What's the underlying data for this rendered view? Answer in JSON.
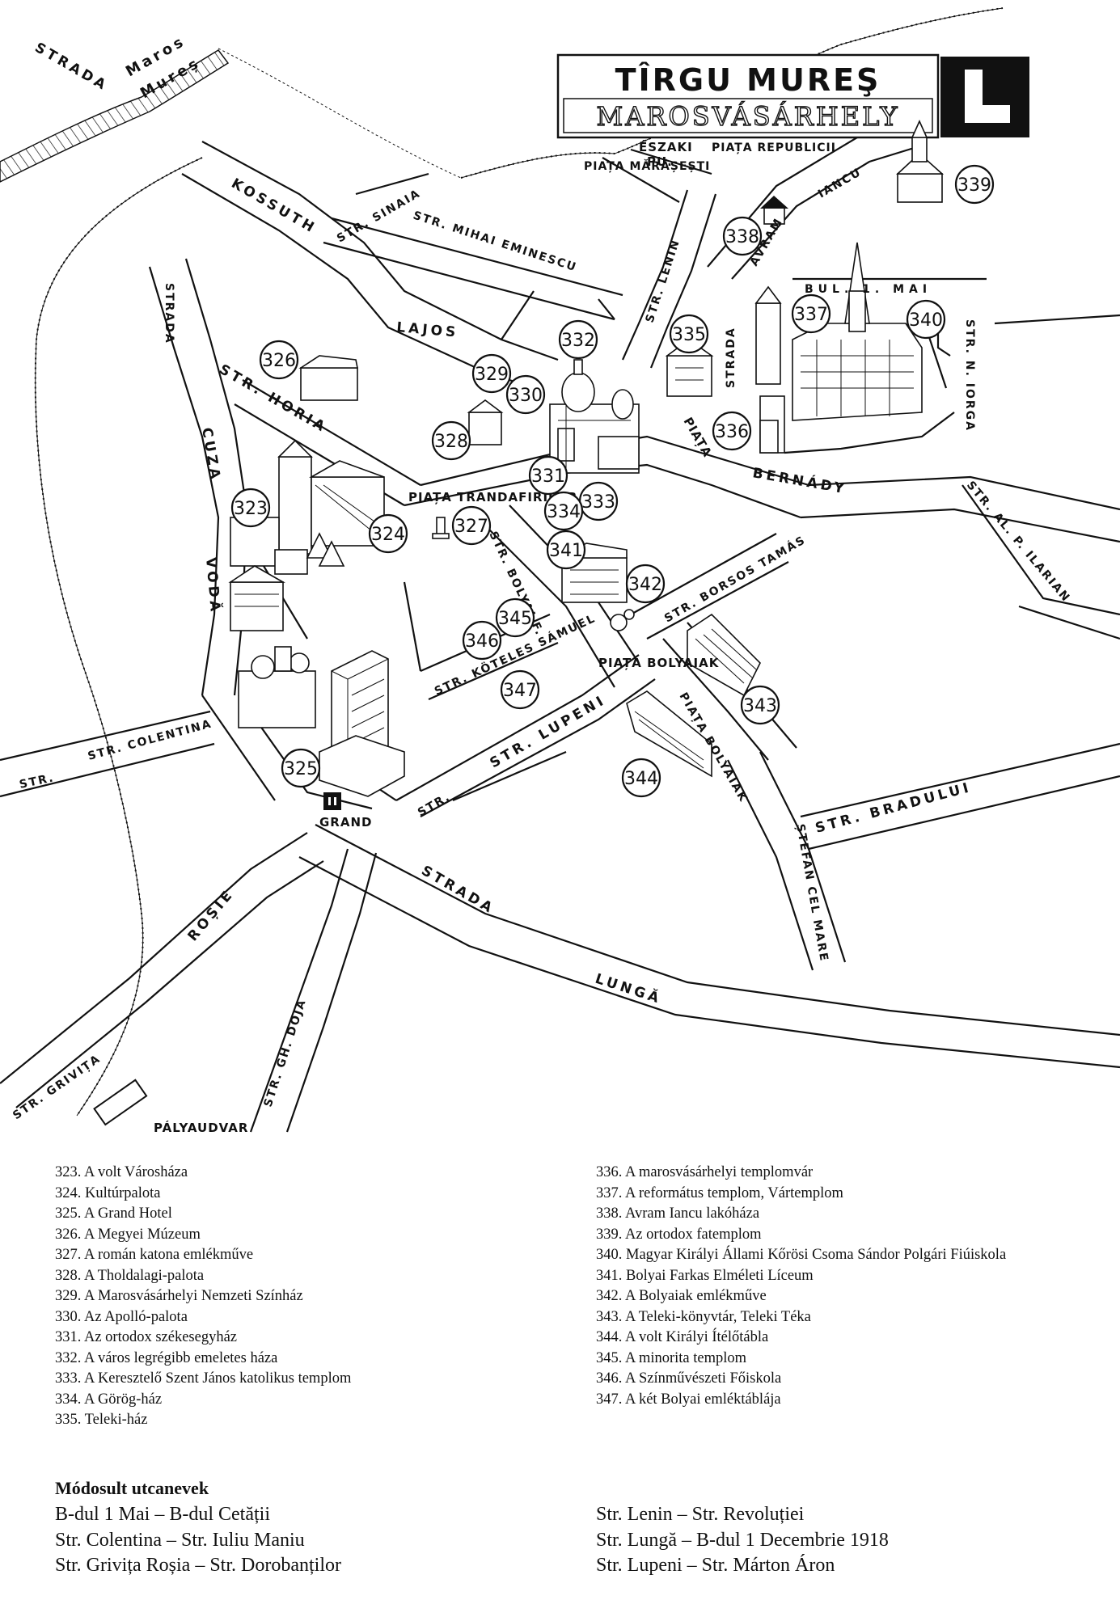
{
  "title": {
    "line1": "TÎRGU MUREŞ",
    "line2": "MAROSVÁSÁRHELY",
    "letter": "L"
  },
  "streets": {
    "strada_maros": "STRADA",
    "maros_label": "Maros",
    "mures_label": "Mureș",
    "kossuth": "KOSSUTH",
    "lajos": "LAJOS",
    "sinaia": "STR. SINAIA",
    "mihai_eminescu": "STR. MIHAI EMINESCU",
    "lenin": "STR. LENIN",
    "avram_iancu_strada": "STRADA",
    "avram": "AVRAM",
    "iancu": "IANCU",
    "bul_1_mai": "BUL. 1. MAI",
    "n_iorga": "STR. N. IORGA",
    "strada_cuza": "STRADA",
    "cuza": "CUZA",
    "voda": "VODĂ",
    "horia": "STR. HORIA",
    "bernady": "BERNÁDY",
    "alp_ilarian": "STR. AL. P. ILARIAN",
    "bolyai": "STR. BOLYAI F.",
    "borsos": "STR. BORSOS TAMÁS",
    "koteles": "STR. KÖTELES SÁMUEL",
    "lupeni": "STR. LUPENI",
    "colentina": "STR. COLENTINA",
    "str_left": "STR.",
    "bradului": "STR. BRADULUI",
    "stefan": "ȘTEFAN CEL MARE",
    "strada_lunga": "STRADA",
    "lunga": "LUNGĂ",
    "rosie": "ROȘIE",
    "grivita": "STR. GRIVIȚA",
    "gh_doja": "STR. GH. DOJA",
    "str_bottom": "STR.",
    "str_right_lupeni": "STR."
  },
  "places": {
    "eszaki": "ÉSZAKI",
    "pu": "PU.",
    "piata_marasesti": "PIAȚA MĂRĂȘEȘTI",
    "piata_republicii": "PIAȚA REPUBLICII",
    "piata_bernady": "PIAȚA",
    "piata_trandafirilor": "PIAȚA TRANDAFIRILOR",
    "piata_bolyaiak": "PIAȚA BOLYAIAK",
    "piata_bolyaiak_street": "PIAȚA BOLYAIAK",
    "grand": "GRAND",
    "palyaudvar": "PÁLYAUDVAR"
  },
  "markers": [
    {
      "id": "323"
    },
    {
      "id": "324"
    },
    {
      "id": "325"
    },
    {
      "id": "326"
    },
    {
      "id": "327"
    },
    {
      "id": "328"
    },
    {
      "id": "329"
    },
    {
      "id": "330"
    },
    {
      "id": "331"
    },
    {
      "id": "332"
    },
    {
      "id": "333"
    },
    {
      "id": "334"
    },
    {
      "id": "335"
    },
    {
      "id": "336"
    },
    {
      "id": "337"
    },
    {
      "id": "338"
    },
    {
      "id": "339"
    },
    {
      "id": "340"
    },
    {
      "id": "341"
    },
    {
      "id": "342"
    },
    {
      "id": "343"
    },
    {
      "id": "344"
    },
    {
      "id": "345"
    },
    {
      "id": "346"
    },
    {
      "id": "347"
    }
  ],
  "legend": {
    "left": [
      "323. A volt Városháza",
      "324. Kultúrpalota",
      "325. A Grand Hotel",
      "326. A Megyei Múzeum",
      "327. A román katona emlékműve",
      "328. A Tholdalagi-palota",
      "329. A Marosvásárhelyi Nemzeti Színház",
      "330. Az Apolló-palota",
      "331. Az ortodox székesegyház",
      "332. A város legrégibb emeletes háza",
      "333. A Keresztelő Szent János katolikus templom",
      "334. A Görög-ház",
      "335. Teleki-ház"
    ],
    "right": [
      "336. A marosvásárhelyi templomvár",
      "337. A református templom, Vártemplom",
      "338. Avram Iancu lakóháza",
      "339. Az ortodox fatemplom",
      "340. Magyar Királyi Állami Kőrösi Csoma Sándor Polgári Fiúiskola",
      "341. Bolyai Farkas Elméleti Líceum",
      "342. A Bolyaiak emlékműve",
      "343. A Teleki-könyvtár, Teleki Téka",
      "344. A volt Királyi Ítélőtábla",
      "345. A minorita templom",
      "346. A Színművészeti Főiskola",
      "347. A két Bolyai emléktáblája"
    ]
  },
  "changes": {
    "title": "Módosult utcanevek",
    "left": [
      "B-dul 1 Mai – B-dul Cetății",
      "Str. Colentina – Str. Iuliu Maniu",
      "Str. Grivița Roșia – Str. Dorobanților"
    ],
    "right": [
      "Str. Lenin – Str. Revoluției",
      "Str. Lungă – B-dul 1 Decembrie 1918",
      "Str. Lupeni – Str. Márton Áron"
    ]
  }
}
